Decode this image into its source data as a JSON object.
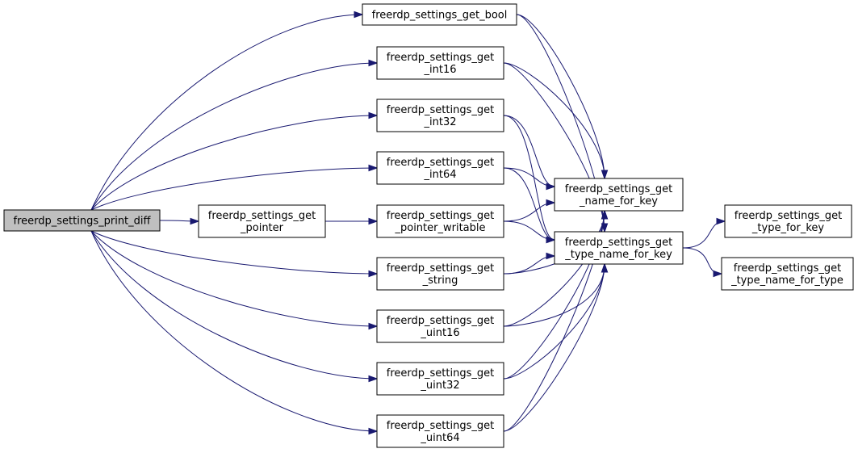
{
  "colors": {
    "edge": "#191970",
    "root_fill": "#bfbfbf",
    "node_fill": "#ffffff",
    "border": "#000000"
  },
  "nodes": {
    "print_diff": {
      "lines": [
        "freerdp_settings_print_diff"
      ],
      "root": true
    },
    "get_bool": {
      "lines": [
        "freerdp_settings_get_bool"
      ]
    },
    "get_int16": {
      "lines": [
        "freerdp_settings_get",
        "_int16"
      ]
    },
    "get_int32": {
      "lines": [
        "freerdp_settings_get",
        "_int32"
      ]
    },
    "get_int64": {
      "lines": [
        "freerdp_settings_get",
        "_int64"
      ]
    },
    "get_pointer": {
      "lines": [
        "freerdp_settings_get",
        "_pointer"
      ]
    },
    "get_pointer_writable": {
      "lines": [
        "freerdp_settings_get",
        "_pointer_writable"
      ]
    },
    "get_string": {
      "lines": [
        "freerdp_settings_get",
        "_string"
      ]
    },
    "get_uint16": {
      "lines": [
        "freerdp_settings_get",
        "_uint16"
      ]
    },
    "get_uint32": {
      "lines": [
        "freerdp_settings_get",
        "_uint32"
      ]
    },
    "get_uint64": {
      "lines": [
        "freerdp_settings_get",
        "_uint64"
      ]
    },
    "get_name_for_key": {
      "lines": [
        "freerdp_settings_get",
        "_name_for_key"
      ]
    },
    "get_type_name_for_key": {
      "lines": [
        "freerdp_settings_get",
        "_type_name_for_key"
      ]
    },
    "get_type_for_key": {
      "lines": [
        "freerdp_settings_get",
        "_type_for_key"
      ]
    },
    "get_type_name_for_type": {
      "lines": [
        "freerdp_settings_get",
        "_type_name_for_type"
      ]
    }
  },
  "edges": [
    [
      "print_diff",
      "get_bool"
    ],
    [
      "print_diff",
      "get_int16"
    ],
    [
      "print_diff",
      "get_int32"
    ],
    [
      "print_diff",
      "get_int64"
    ],
    [
      "print_diff",
      "get_pointer"
    ],
    [
      "print_diff",
      "get_string"
    ],
    [
      "print_diff",
      "get_uint16"
    ],
    [
      "print_diff",
      "get_uint32"
    ],
    [
      "print_diff",
      "get_uint64"
    ],
    [
      "get_pointer",
      "get_pointer_writable"
    ],
    [
      "get_bool",
      "get_name_for_key"
    ],
    [
      "get_bool",
      "get_type_name_for_key"
    ],
    [
      "get_int16",
      "get_name_for_key"
    ],
    [
      "get_int16",
      "get_type_name_for_key"
    ],
    [
      "get_int32",
      "get_name_for_key"
    ],
    [
      "get_int32",
      "get_type_name_for_key"
    ],
    [
      "get_int64",
      "get_name_for_key"
    ],
    [
      "get_int64",
      "get_type_name_for_key"
    ],
    [
      "get_pointer_writable",
      "get_name_for_key"
    ],
    [
      "get_pointer_writable",
      "get_type_name_for_key"
    ],
    [
      "get_string",
      "get_name_for_key"
    ],
    [
      "get_string",
      "get_type_name_for_key"
    ],
    [
      "get_uint16",
      "get_name_for_key"
    ],
    [
      "get_uint16",
      "get_type_name_for_key"
    ],
    [
      "get_uint32",
      "get_name_for_key"
    ],
    [
      "get_uint32",
      "get_type_name_for_key"
    ],
    [
      "get_uint64",
      "get_name_for_key"
    ],
    [
      "get_uint64",
      "get_type_name_for_key"
    ],
    [
      "get_type_name_for_key",
      "get_type_for_key"
    ],
    [
      "get_type_name_for_key",
      "get_type_name_for_type"
    ]
  ]
}
